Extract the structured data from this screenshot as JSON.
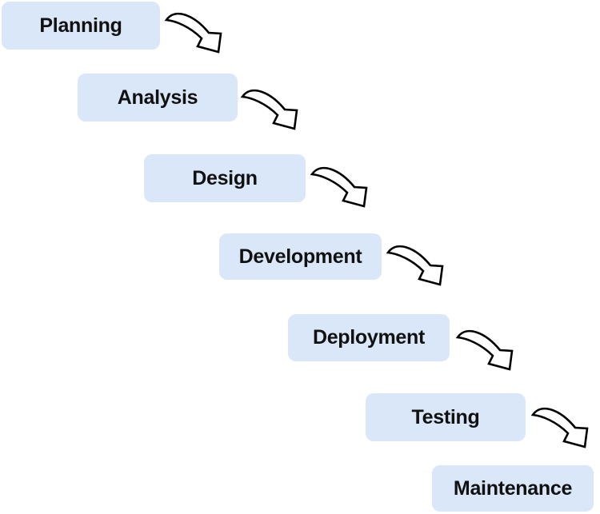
{
  "diagram": {
    "type": "waterfall-process",
    "stages": [
      {
        "label": "Planning"
      },
      {
        "label": "Analysis"
      },
      {
        "label": "Design"
      },
      {
        "label": "Development"
      },
      {
        "label": "Deployment"
      },
      {
        "label": "Testing"
      },
      {
        "label": "Maintenance"
      }
    ],
    "connector": "curved-down-right-arrow",
    "colors": {
      "box_fill": "#d9e7f8",
      "box_text": "#111111",
      "arrow_stroke": "#000000",
      "arrow_fill": "#ffffff",
      "background": "#ffffff"
    }
  }
}
